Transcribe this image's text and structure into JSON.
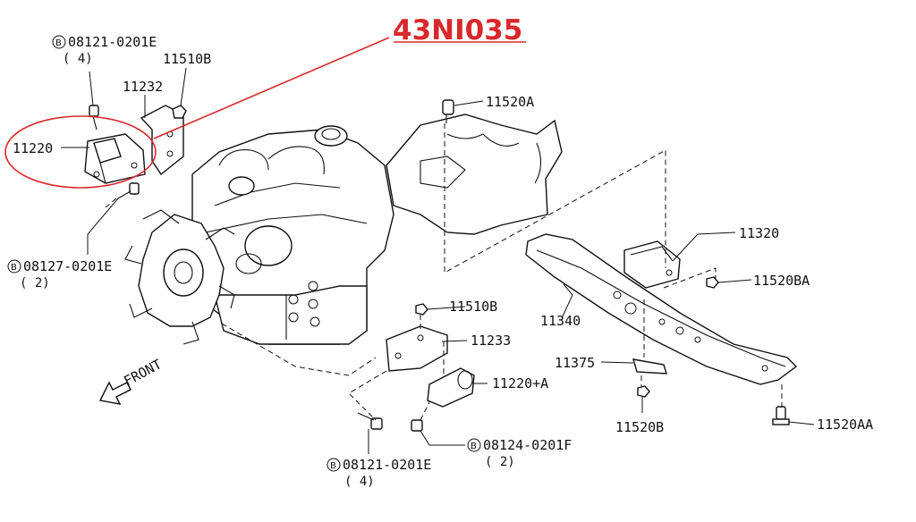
{
  "diagram": {
    "highlight": {
      "code": "43NI035",
      "color": "#d8282b"
    },
    "labels": {
      "b08121_top": "08121-0201E",
      "b08121_top_qty": "( 4)",
      "p11510b_top": "11510B",
      "p11232": "11232",
      "p11220": "11220",
      "p11520a": "11520A",
      "b08127": "08127-0201E",
      "b08127_qty": "( 2)",
      "p11320": "11320",
      "p11520ba": "11520BA",
      "p11340": "11340",
      "p11510b_mid": "11510B",
      "p11233": "11233",
      "p11220a": "11220+A",
      "p11375": "11375",
      "p11520b": "11520B",
      "p11520aa": "11520AA",
      "b08124": "08124-0201F",
      "b08124_qty": "( 2)",
      "b08121_bot": "08121-0201E",
      "b08121_bot_qty": "( 4)",
      "front": "FRONT",
      "bolt_mark": "B"
    }
  }
}
